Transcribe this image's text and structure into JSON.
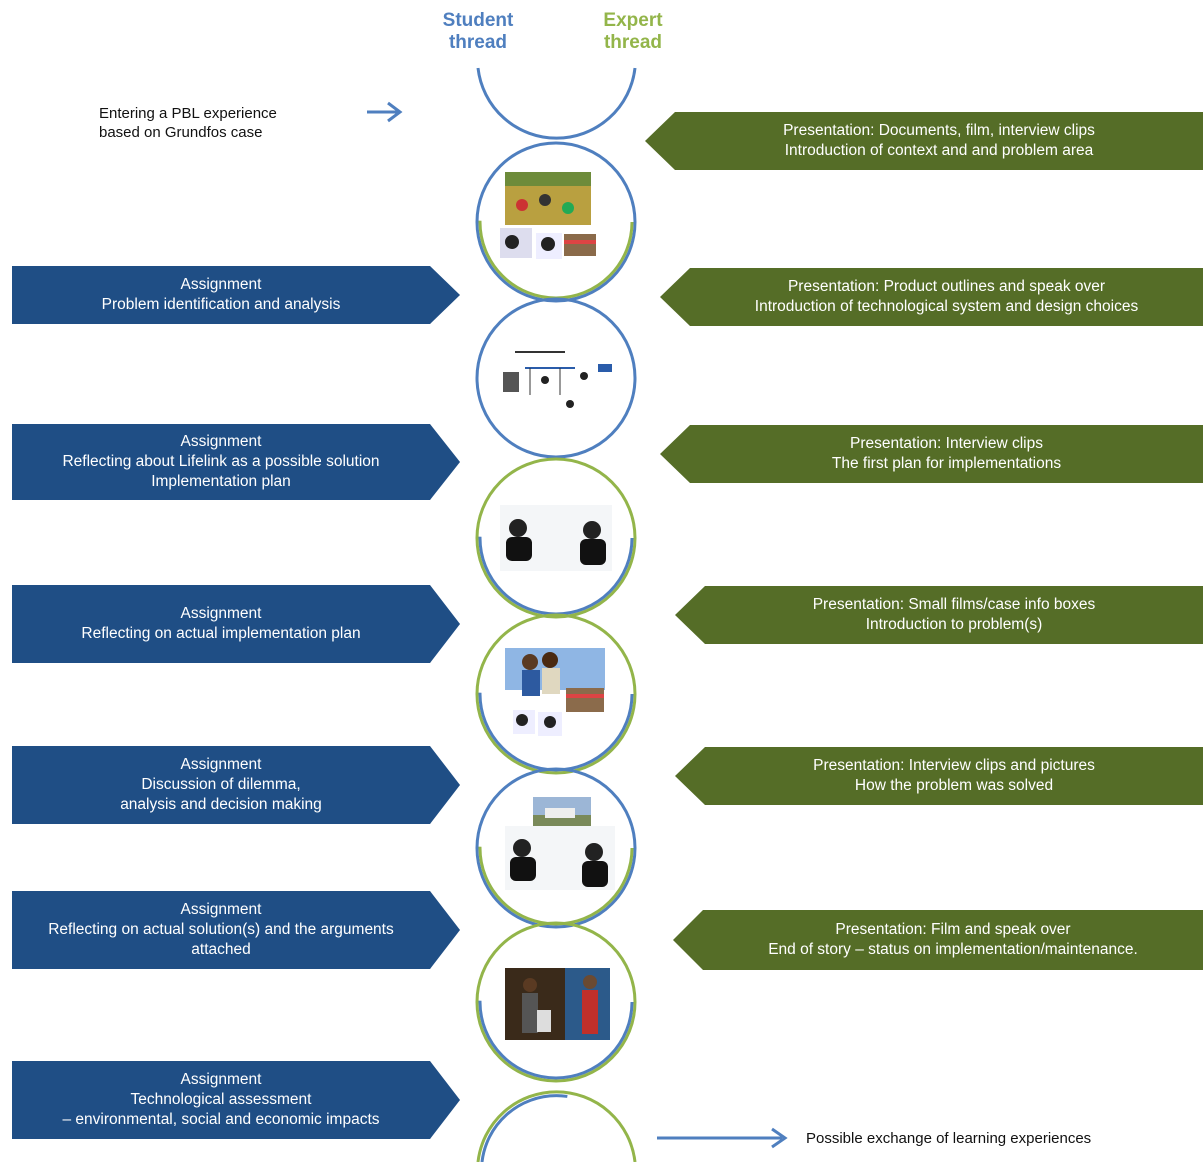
{
  "threads": {
    "student": "Student\nthread",
    "expert": "Expert\nthread"
  },
  "notes": {
    "entering": "Entering a PBL experience\nbased on Grundfos case",
    "exchange": "Possible exchange of learning experiences"
  },
  "student_boxes": [
    {
      "lines": [
        "Assignment",
        "Problem identification and analysis"
      ]
    },
    {
      "lines": [
        "Assignment",
        "Reflecting about Lifelink as a possible solution",
        "Implementation plan"
      ]
    },
    {
      "lines": [
        "Assignment",
        "Reflecting on actual implementation plan"
      ]
    },
    {
      "lines": [
        "Assignment",
        "Discussion of dilemma,",
        "analysis and decision making"
      ]
    },
    {
      "lines": [
        "Assignment",
        "Reflecting on actual solution(s) and the arguments",
        "attached"
      ]
    },
    {
      "lines": [
        "Assignment",
        "Technological assessment",
        "– environmental, social and economic impacts"
      ]
    }
  ],
  "expert_boxes": [
    {
      "lines": [
        "Presentation: Documents, film, interview clips",
        "Introduction of context and and problem area"
      ]
    },
    {
      "lines": [
        "Presentation: Product outlines and speak over",
        "Introduction of technological system and design choices"
      ]
    },
    {
      "lines": [
        "Presentation: Interview clips",
        "The first plan for implementations"
      ]
    },
    {
      "lines": [
        "Presentation: Small films/case info boxes",
        "Introduction to problem(s)"
      ]
    },
    {
      "lines": [
        "Presentation: Interview clips and pictures",
        "How the problem was solved"
      ]
    },
    {
      "lines": [
        "Presentation:  Film and speak over",
        "End of story – status on implementation/maintenance."
      ]
    }
  ],
  "colors": {
    "student_blue": "#4f7fbf",
    "expert_green": "#93b54a",
    "student_box": "#1f4e85",
    "expert_box": "#556d27"
  }
}
